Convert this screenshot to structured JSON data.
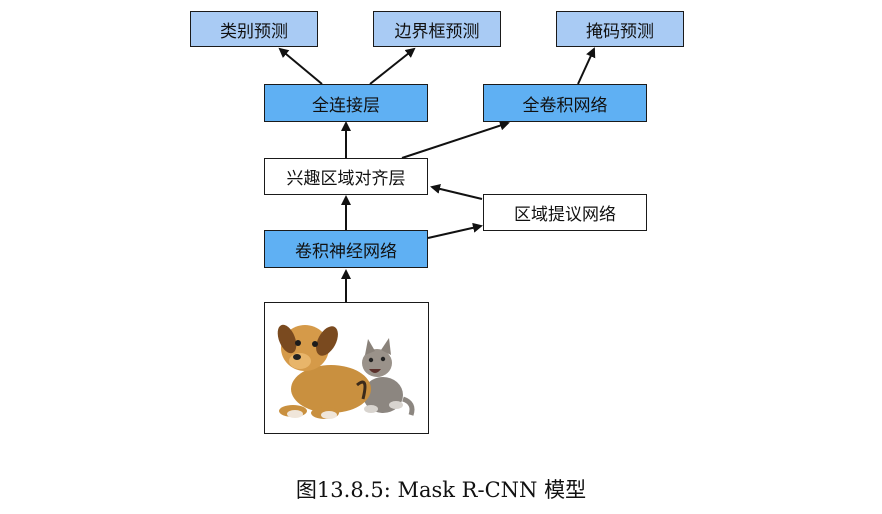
{
  "nodes": {
    "class_pred": "类别预测",
    "bbox_pred": "边界框预测",
    "mask_pred": "掩码预测",
    "fc": "全连接层",
    "fcn": "全卷积网络",
    "roi_align": "兴趣区域对齐层",
    "rpn": "区域提议网络",
    "cnn": "卷积神经网络"
  },
  "colors": {
    "prediction_box": "#a9cbf4",
    "layer_box": "#5fb0f3",
    "plain_box": "#ffffff",
    "arrow": "#111111"
  },
  "image": {
    "subject": "puppy and kitten photo"
  },
  "caption": "图13.8.5: Mask R-CNN 模型"
}
